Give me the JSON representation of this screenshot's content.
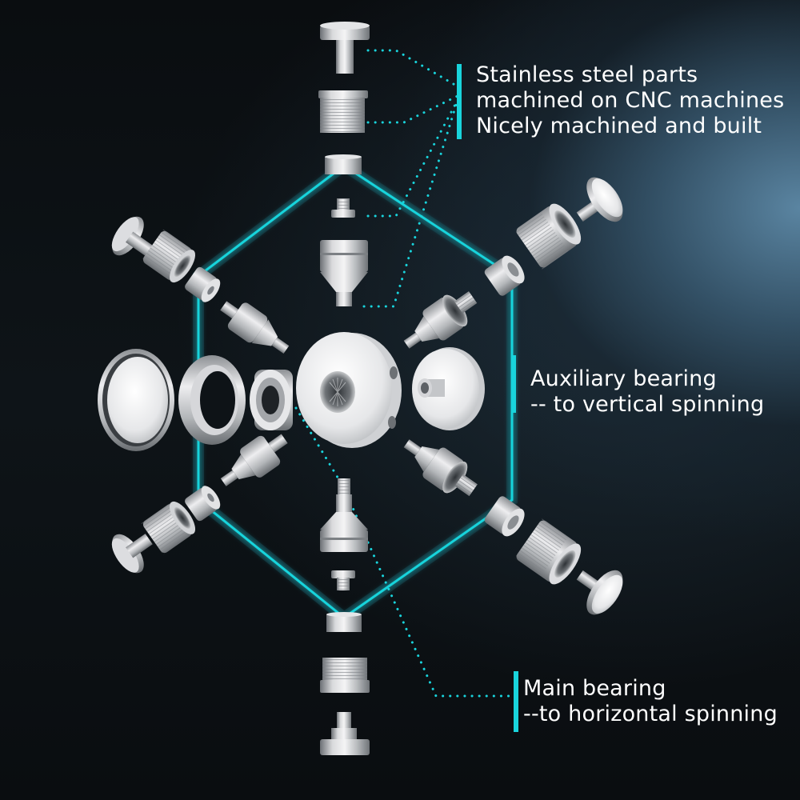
{
  "colors": {
    "accent_cyan": "#19d4dc",
    "background_dark": "#0b0f12",
    "background_glow": "#5e8aa8",
    "text": "#ffffff",
    "metal_light": "#e8e8ea",
    "metal_mid": "#a9acb0",
    "metal_dark": "#5d6166"
  },
  "callouts": [
    {
      "id": "stainless-steel",
      "lines": [
        "Stainless steel parts",
        "machined on CNC machines",
        "Nicely machined and built"
      ]
    },
    {
      "id": "auxiliary-bearing",
      "lines": [
        "Auxiliary bearing",
        "-- to vertical spinning"
      ]
    },
    {
      "id": "main-bearing",
      "lines": [
        "Main bearing",
        "--to horizontal spinning"
      ]
    }
  ],
  "diagram": {
    "shape": "hexagon-outline",
    "subject": "exploded view of stainless steel gyroscope fidget spinner parts",
    "parts": [
      "cap-top",
      "threaded-sleeve-top",
      "bearing-top",
      "screw-top",
      "weight-top",
      "cap-upper-left",
      "sleeve-upper-left",
      "bearing-upper-left",
      "weight-upper-left",
      "cap-upper-right",
      "sleeve-upper-right",
      "bearing-upper-right",
      "weight-upper-right",
      "magnet-disc-left",
      "ring-left",
      "main-bearing",
      "center-hub",
      "aux-bearing-disc",
      "weight-lower-left",
      "bearing-lower-left",
      "sleeve-lower-left",
      "cap-lower-left",
      "weight-lower-right",
      "bearing-lower-right",
      "sleeve-lower-right",
      "cap-lower-right",
      "weight-bottom",
      "screw-bottom",
      "bearing-bottom",
      "threaded-sleeve-bottom",
      "cap-bottom"
    ]
  }
}
